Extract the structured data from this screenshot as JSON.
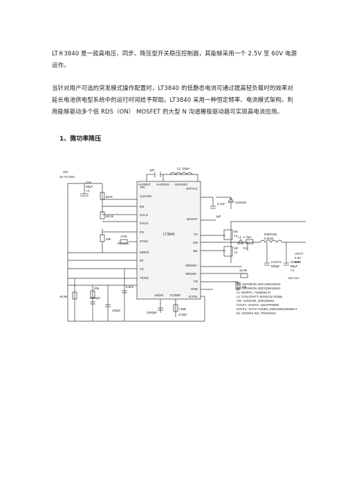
{
  "doc": {
    "para1": "LT®3840 是一款高电压、同步、降压型开关稳压控制器，其能够采用一个 2.5V 至 60V 电源运作。",
    "para2": "当针对用户可选的突发模式操作配置时，LT3840 的低静态电流可通过提高轻负载时的效率对延长电池供电型系统中的运行时间给予帮助。LT3840 采用一种恒定频率、电流模式架构。利用能够驱动多个低 RDS（ON） MOSFET 的大型 N 沟道栅极驱动器可实现高电流应用。",
    "heading": "1、微功率降压"
  },
  "schematic": {
    "ic_name": "LT3840",
    "vin_label": "VIN",
    "vin_range": "4V TO 60V",
    "vout_label": "VOUT",
    "vout_value": "3.3V",
    "vout_current": "20A",
    "pins_left": [
      "VIN",
      "AUXVIN",
      "EN",
      "UVLO",
      "OVLO",
      "PG",
      "SYNC",
      "MODE",
      "RT",
      "VC",
      "TK/SS"
    ],
    "pins_right": [
      "INTVCC",
      "BOOST",
      "TG",
      "SW",
      "BG",
      "SENSE+",
      "SENSE−",
      "FB",
      "GND",
      "ICTRL"
    ],
    "pins_top": [
      "AUXBST",
      "AUXSW1",
      "AUXSW2"
    ],
    "pins_bottom": [
      "IMON",
      "ICOMP"
    ],
    "comp_top_cap": "1µF",
    "comp_top_ind": "L2, 33µH",
    "comp_cin": "CIN",
    "comp_cin_val": "68µF",
    "comp_cin_n": "×2",
    "r_887k": "887k",
    "r_60_4k": "60.4k",
    "r_20k_a": "20k",
    "r_174k": "174k",
    "intvcc_label": "INTVCC",
    "cap_4_7uf": "4.7µF",
    "diode_1n4448": "1N4448",
    "cap_1uf": "1µF",
    "m1": "M1",
    "m1_n": "×2",
    "m2": "M2",
    "m2_n": "×2",
    "d1": "D1",
    "l1": "L1, 1.7µH",
    "rsense": "RSENSE",
    "rsense_val": "0.5mΩ",
    "cout1": "COUT1",
    "cout1_val": "560µF",
    "cout2": "COUT2",
    "cout2_val": "68µF",
    "cout2_n": "×4",
    "r_49_9k": "49.9k",
    "r_20k_b": "20k",
    "c_2200pf_a": "2200pF",
    "c_100pf": "100pF",
    "c_6_8nf": "6.8nF",
    "c_2200pf_b": "2200pF",
    "r_7_68k": "7.68k",
    "c_470pf": "470pF",
    "r_16_9k": "16.9k",
    "r_10k": "10k",
    "notes": [
      "M1: INFINEON, BSC160N10NS3",
      "M2: INFINEON, BSC018N10NS3",
      "L1: WÜRTH, 7443556170",
      "L2: COILCRAFT, MSS6132-333ML",
      "CIN: SUNCON, 100CE68KS",
      "COUT1: SANYO, 16SVPF560M",
      "COUT2: TAIYO YUDEN, EMK325BJ226MM-T",
      "D1: DIODES INC, PDS3100H"
    ],
    "drawing_id": "3840 TA01"
  }
}
